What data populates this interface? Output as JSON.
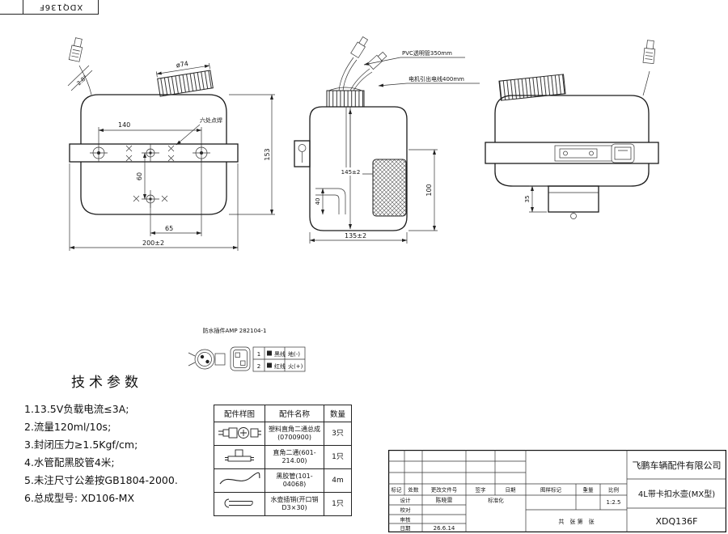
{
  "doc": {
    "drawing_no": "XDQ136F"
  },
  "front_view": {
    "dim_cap_dia": "ø74",
    "dim_angle": "2.8°",
    "note_weld": "六处点焊",
    "dim_width_holes": "140",
    "dim_height": "153",
    "dim_center_to_hole": "60",
    "dim_hole_offset": "65",
    "dim_overall_width": "200±2"
  },
  "side_view": {
    "label_pvc_tube": "PVC透明管350mm",
    "label_motor_wire": "电机引出电线400mm",
    "dim_height_inner": "145±2",
    "dim_height_right": "100",
    "dim_elbow": "40",
    "dim_width": "135±2"
  },
  "back_view": {
    "dim_outlet": "35"
  },
  "connector_detail": {
    "title": "防水插件AMP 282104-1",
    "rows": [
      {
        "no": "1",
        "wire": "黑线",
        "polarity": "地(-)"
      },
      {
        "no": "2",
        "wire": "红线",
        "polarity": "火(+)"
      }
    ]
  },
  "tech_params": {
    "heading": "技术参数",
    "items": [
      "1.13.5V负载电流≤3A;",
      "2.流量120ml/10s;",
      "3.封闭压力≥1.5Kgf/cm;",
      "4.水管配黑胶管4米;",
      "5.未注尺寸公差按GB1804-2000.",
      "6.总成型号: XD106-MX"
    ]
  },
  "parts_table": {
    "headers": {
      "sketch": "配件样图",
      "name": "配件名称",
      "qty": "数量"
    },
    "rows": [
      {
        "name": "塑料直角二通总成(0700900)",
        "qty": "3只"
      },
      {
        "name": "直角二通(601-214.00)",
        "qty": "1只"
      },
      {
        "name": "黑胶管(101-04068)",
        "qty": "4m"
      },
      {
        "name": "水壶插销(开口销D3×30)",
        "qty": "1只"
      }
    ]
  },
  "title_block": {
    "company": "飞鹏车辆配件有限公司",
    "product": "4L带卡扣水壶(MX型)",
    "drawing_no": "XDQ136F",
    "rev_headers": [
      "标记",
      "处数",
      "更改文件号",
      "签字",
      "日期"
    ],
    "design_label": "设计",
    "designer": "陈晓雷",
    "standard_label": "标准化",
    "check_label": "校对",
    "audit_label": "审核",
    "date_label": "日期",
    "date_value": "26.6.14",
    "mark_label": "图样标记",
    "weight_label": "重量",
    "scale_label": "比例",
    "scale_value": "1:2.5",
    "sheet_label": "共　张 第　张"
  }
}
